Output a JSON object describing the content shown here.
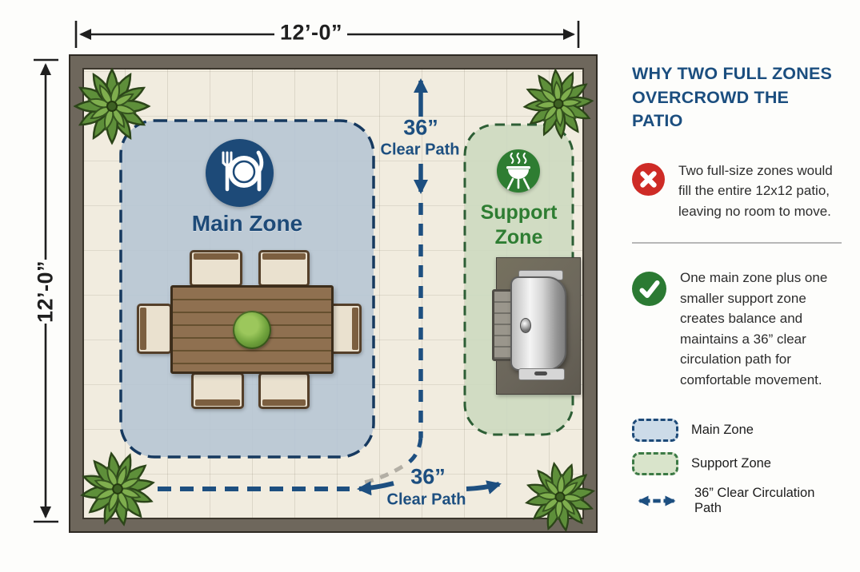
{
  "dimensions": {
    "width_label": "12’-0”",
    "height_label": "12’-0”"
  },
  "zones": {
    "main": {
      "label": "Main Zone"
    },
    "support": {
      "label_line1": "Support",
      "label_line2": "Zone"
    }
  },
  "paths": {
    "top": {
      "value": "36”",
      "label": "Clear Path"
    },
    "bottom": {
      "value": "36”",
      "label": "Clear Path"
    }
  },
  "sidebar": {
    "heading_line1": "WHY TWO FULL ZONES",
    "heading_line2": "OVERCROWD THE PATIO",
    "con": {
      "text": "Two full-size zones would fill the entire 12x12 patio, leaving no room to move."
    },
    "pro": {
      "text": "One main zone plus one smaller support zone creates balance and maintains a 36” clear circulation path for comfortable movement."
    },
    "legend": [
      {
        "label": "Main Zone"
      },
      {
        "label": "Support Zone"
      },
      {
        "label": "36” Clear Circulation Path"
      }
    ]
  },
  "colors": {
    "accent_blue": "#1d4f80",
    "accent_green": "#2e7d32",
    "error_red": "#ce2b26",
    "main_zone_fill": "#b5c5d4",
    "main_zone_border": "#16395f",
    "support_zone_fill": "#ccdabf",
    "support_zone_border": "#2d5e35",
    "patio_border": "#6e675c",
    "floor": "#f1ecdf"
  }
}
